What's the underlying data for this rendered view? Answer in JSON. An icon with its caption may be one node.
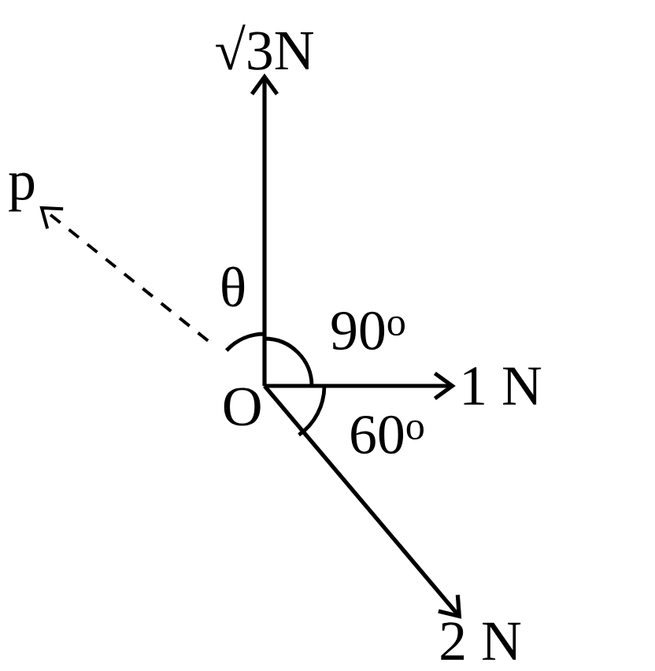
{
  "diagram": {
    "nodes": [
      {
        "text": [
          "√3N"
        ]
      },
      {
        "text": [
          "1 N"
        ]
      },
      {
        "text": [
          "2 N"
        ]
      },
      {
        "text": [
          "p"
        ]
      },
      {
        "text": [
          "O"
        ]
      }
    ],
    "edges": [
      {
        "from": 4,
        "to": 0,
        "arrow": "to"
      },
      {
        "from": 4,
        "to": 1,
        "arrow": "to"
      },
      {
        "from": 4,
        "to": 2,
        "arrow": "to"
      },
      {
        "from": 4,
        "to": 3,
        "arrow": "to",
        "style": "dashed"
      }
    ],
    "labels": [
      "θ",
      "90$^{o}$",
      "60$^{o}$"
    ]
  }
}
